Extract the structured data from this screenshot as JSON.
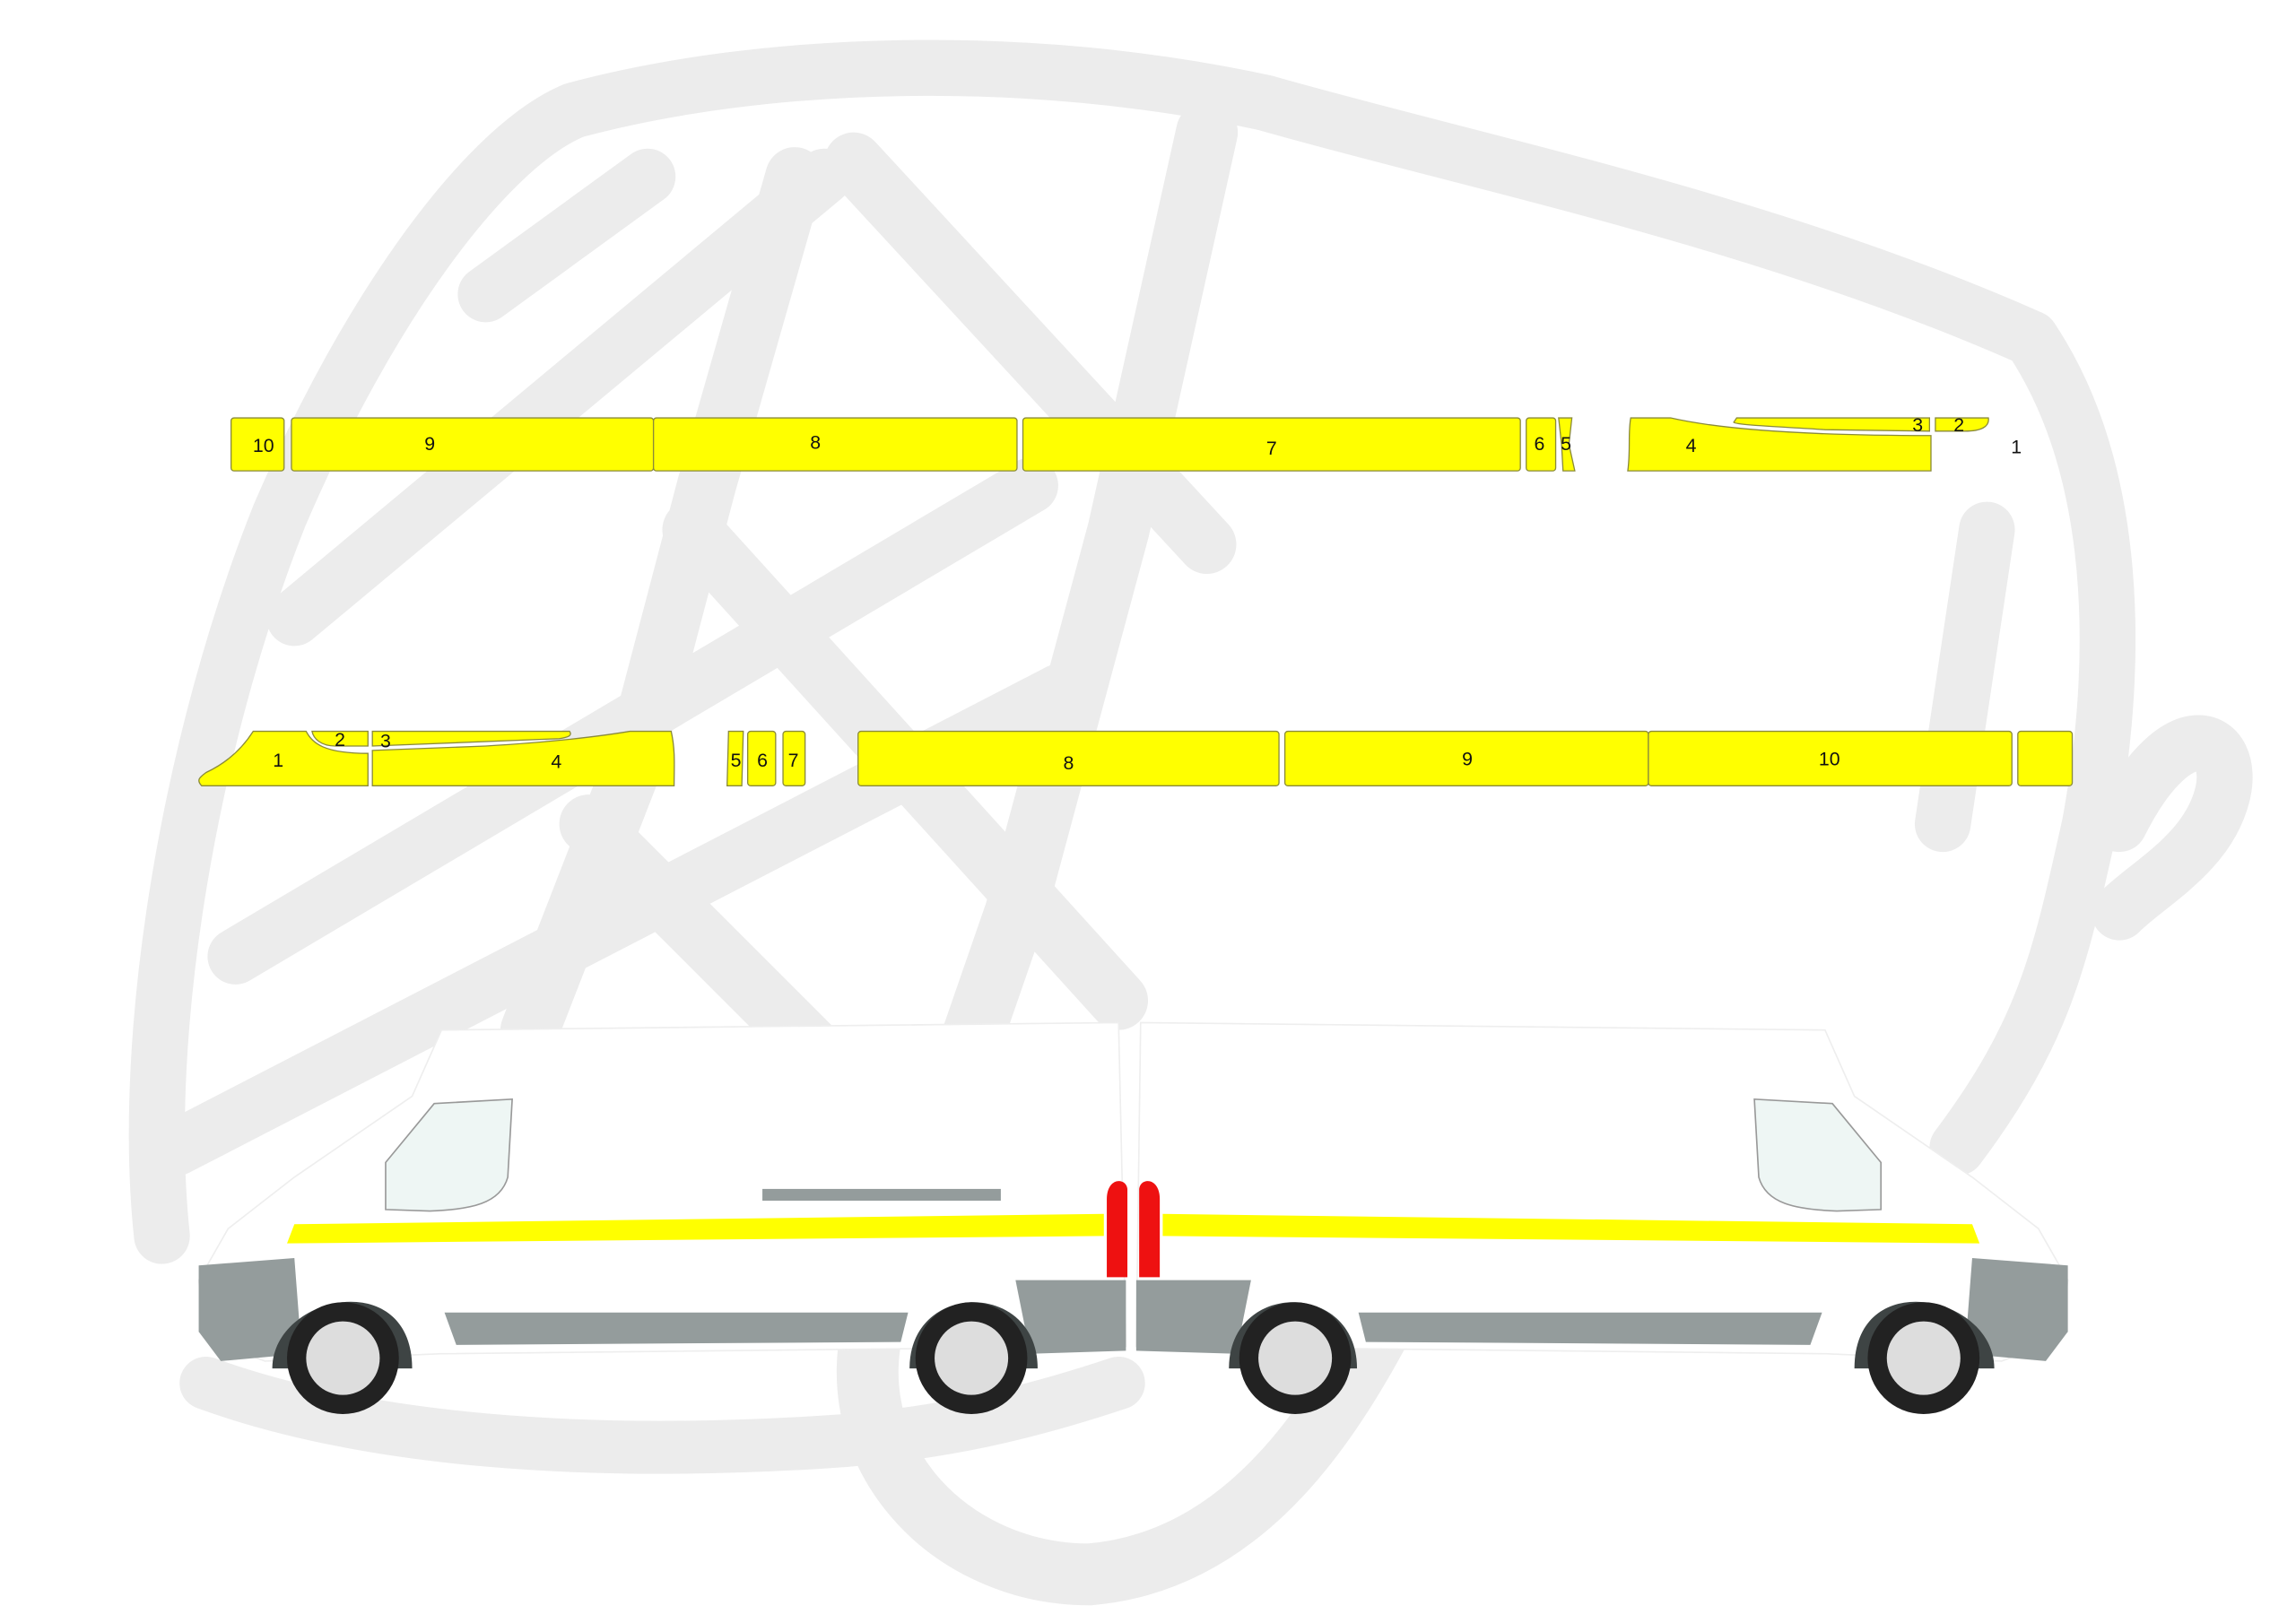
{
  "colors": {
    "vinyl": "#ffff00",
    "accent_red": "#ee1111",
    "van_body": "#ffffff",
    "trim": "#949c9c",
    "logo_gray": "#ececec"
  },
  "top_row": {
    "labels": [
      "10",
      "9",
      "8",
      "7",
      "6",
      "5",
      "4",
      "3",
      "2",
      "1"
    ]
  },
  "bottom_row": {
    "labels": [
      "1",
      "2",
      "3",
      "4",
      "5",
      "6",
      "7",
      "8",
      "9",
      "10"
    ]
  }
}
